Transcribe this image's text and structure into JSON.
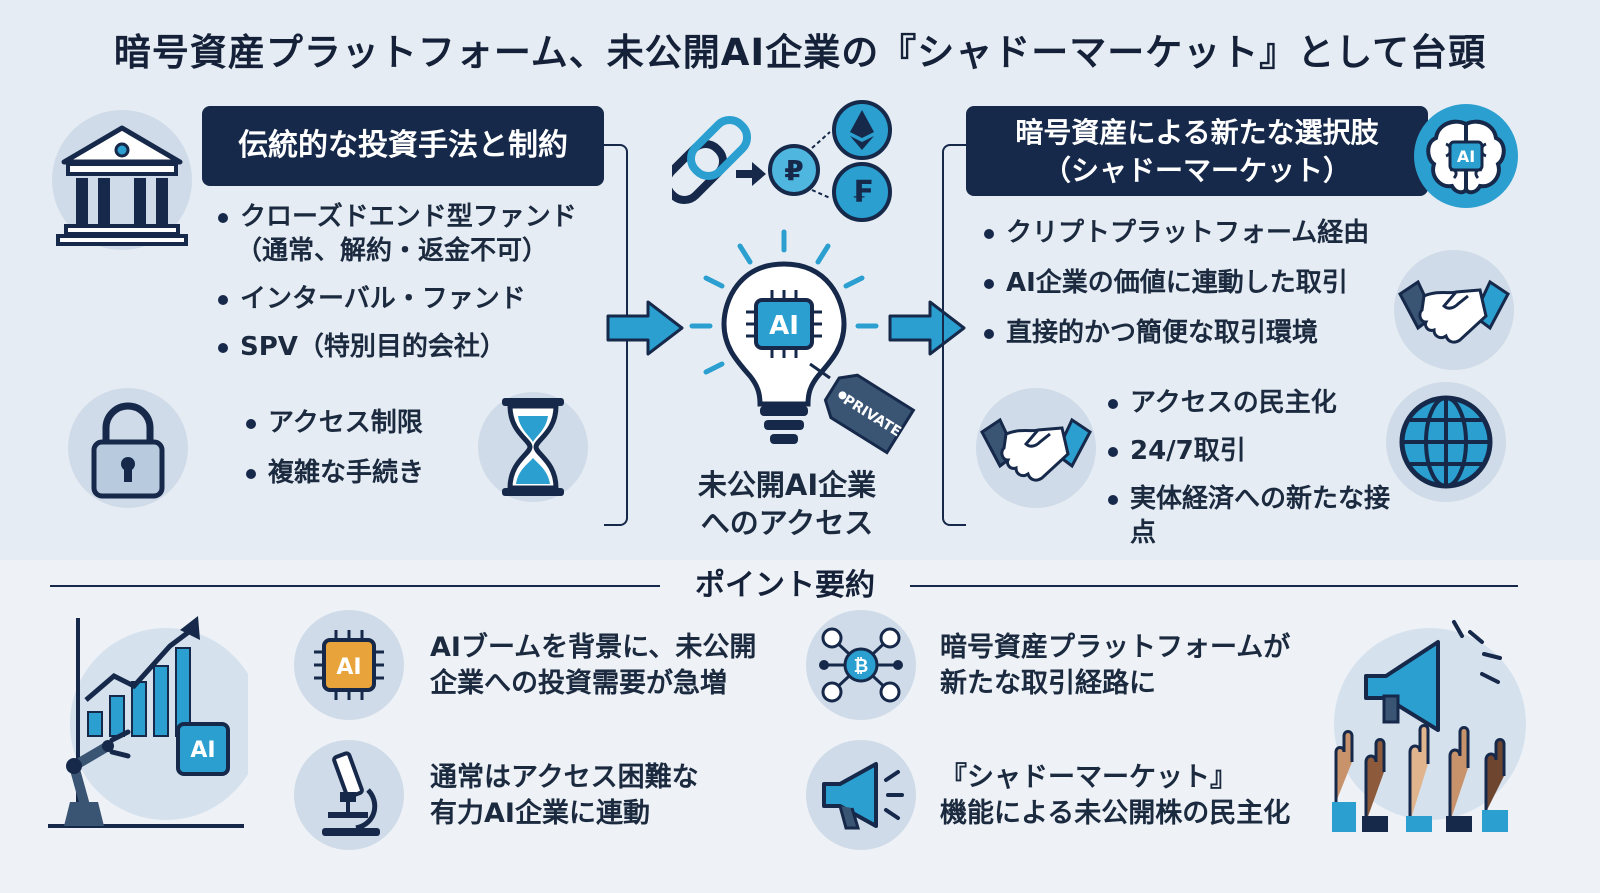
{
  "title": "暗号資産プラットフォーム、未公開AI企業の『シャドーマーケット』として台頭",
  "left_panel": {
    "header": "伝統的な投資手法と制約",
    "items": [
      {
        "line1": "クローズドエンド型ファンド",
        "line2": "（通常、解約・返金不可）"
      },
      {
        "line1": "インターバル・ファンド"
      },
      {
        "line1": "SPV（特別目的会社）"
      }
    ],
    "constraints": [
      "アクセス制限",
      "複雑な手続き"
    ]
  },
  "center": {
    "chip_label": "AI",
    "tag_label": "PRIVATE",
    "caption_line1": "未公開AI企業",
    "caption_line2": "へのアクセス"
  },
  "right_panel": {
    "header_line1": "暗号資産による新たな選択肢",
    "header_line2": "（シャドーマーケット）",
    "badge_label": "AI",
    "items": [
      "クリプトプラットフォーム経由",
      "AI企業の価値に連動した取引",
      "直接的かつ簡便な取引環境"
    ],
    "sub_items": [
      "アクセスの民主化",
      "24/7取引",
      "実体経済への新たな接点"
    ]
  },
  "summary": {
    "heading": "ポイント要約",
    "chip_label": "AI",
    "points": [
      {
        "line1": "AIブームを背景に、未公開",
        "line2": "企業への投資需要が急増"
      },
      {
        "line1": "暗号資産プラットフォームが",
        "line2": "新たな取引経路に"
      },
      {
        "line1": "通常はアクセス困難な",
        "line2": "有力AI企業に連動"
      },
      {
        "line1": "『シャドーマーケット』",
        "line2": "機能による未公開株の民主化"
      }
    ]
  },
  "colors": {
    "navy": "#16294a",
    "accent_blue": "#2a9fd0",
    "icon_circle": "#cfdbe8",
    "chip_orange": "#e8a43a"
  }
}
